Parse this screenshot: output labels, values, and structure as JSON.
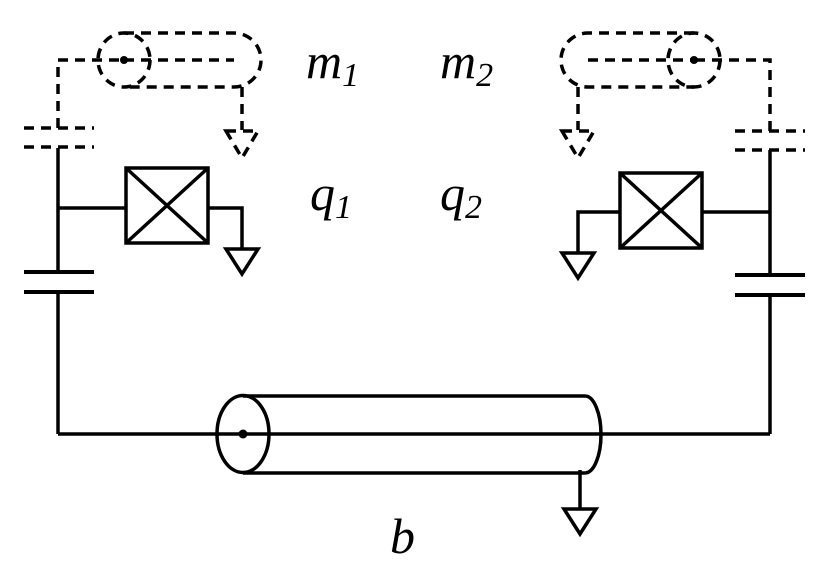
{
  "labels": {
    "m1": {
      "base": "m",
      "sub": "1"
    },
    "m2": {
      "base": "m",
      "sub": "2"
    },
    "q1": {
      "base": "q",
      "sub": "1"
    },
    "q2": {
      "base": "q",
      "sub": "2"
    },
    "b": "b"
  },
  "colors": {
    "stroke": "#000000",
    "background": "#ffffff"
  }
}
